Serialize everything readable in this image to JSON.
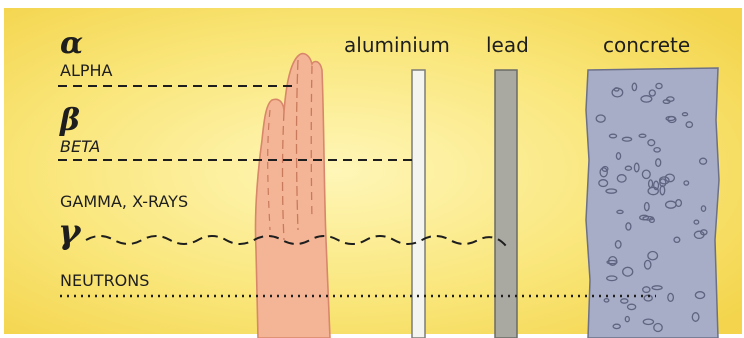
{
  "labels": {
    "alpha_symbol": "α",
    "alpha_name": "ALPHA",
    "beta_symbol": "β",
    "beta_name": "BETA",
    "gamma_name": "GAMMA, X-RAYS",
    "gamma_symbol": "γ",
    "neutron_name": "NEUTRONS"
  },
  "barriers": {
    "aluminium": "aluminium",
    "lead": "lead",
    "concrete": "concrete"
  },
  "colors": {
    "background": "#f8e26a",
    "skin": "#f4b596",
    "aluminium": "#f4f4f0",
    "lead": "#a9a9a2",
    "concrete": "#a7adc6",
    "ink": "#1e1e1e"
  }
}
